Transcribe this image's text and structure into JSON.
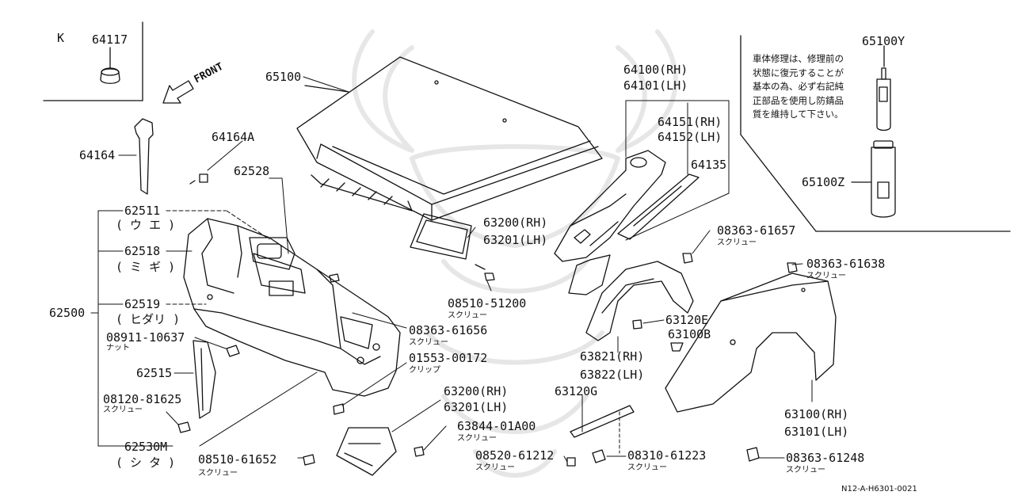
{
  "section_letter": "K",
  "front_label": "FRONT",
  "labels": {
    "p64117": "64117",
    "p65100": "65100",
    "p64164": "64164",
    "p64164A": "64164A",
    "p62528": "62528",
    "p62511": "62511",
    "p62511_j": "( ウ エ )",
    "p62518": "62518",
    "p62518_j": "( ミ ギ )",
    "p62500": "62500",
    "p62519": "62519",
    "p62519_j": "( ヒダリ )",
    "p08911": "08911-10637",
    "p08911_j": "ナット",
    "p62515": "62515",
    "p08120": "08120-81625",
    "p08120_j": "スクリュー",
    "p62530M": "62530M",
    "p62530M_j": "( シ タ )",
    "p08510_61652": "08510-61652",
    "p08510_61652_j": "スクリュー",
    "p63200a": "63200(RH)",
    "p63201a": "63201(LH)",
    "p08510_51200": "08510-51200",
    "p08510_51200_j": "スクリュー",
    "p08363_61656": "08363-61656",
    "p08363_61656_j": "スクリュー",
    "p01553": "01553-00172",
    "p01553_j": "クリップ",
    "p63200b": "63200(RH)",
    "p63201b": "63201(LH)",
    "p63844": "63844-01A00",
    "p63844_j": "スクリュー",
    "p64100": "64100(RH)",
    "p64101": "64101(LH)",
    "p64151": "64151(RH)",
    "p64152": "64152(LH)",
    "p64135": "64135",
    "p08363_61657": "08363-61657",
    "p08363_61657_j": "スクリュー",
    "p08363_61638": "08363-61638",
    "p08363_61638_j": "スクリュー",
    "p63120E": "63120E",
    "p63100B": "63100B",
    "p63821": "63821(RH)",
    "p63822": "63822(LH)",
    "p63120G": "63120G",
    "p08520": "08520-61212",
    "p08520_j": "スクリュー",
    "p08310": "08310-61223",
    "p08310_j": "スクリュー",
    "p63100": "63100(RH)",
    "p63101": "63101(LH)",
    "p08363_61248": "08363-61248",
    "p08363_61248_j": "スクリュー",
    "p65100Y": "65100Y",
    "p65100Z": "65100Z"
  },
  "note_lines": [
    "車体修理は、修理前の",
    "状態に復元することが",
    "基本の為、必ず右記純",
    "正部品を使用し防錆品",
    "質を維持して下さい。"
  ],
  "figure_code": "N12-A-H6301-0021"
}
